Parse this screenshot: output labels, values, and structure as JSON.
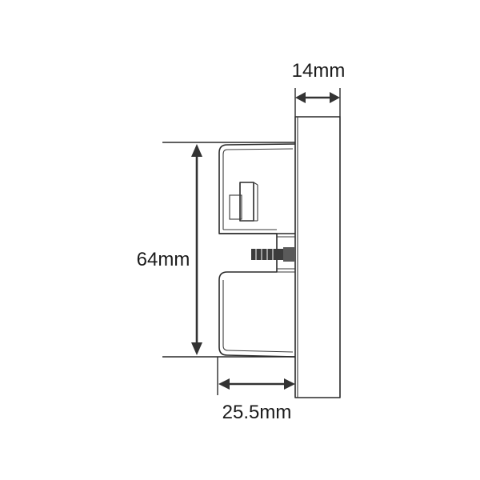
{
  "dimensions": {
    "width_label": "14mm",
    "height_label": "64mm",
    "depth_label": "25.5mm"
  },
  "colors": {
    "line": "#2a2a2a",
    "arrow": "#333333",
    "screw": "#3c3c3c",
    "background": "#ffffff"
  }
}
